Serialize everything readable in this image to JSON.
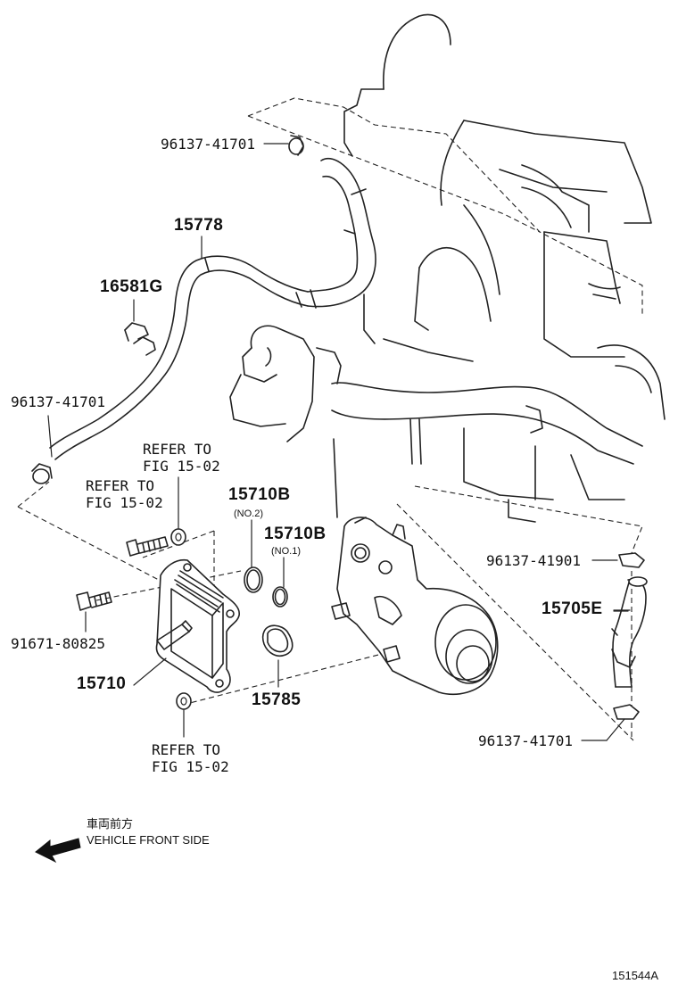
{
  "labels": {
    "clamp_top": "96137-41701",
    "hose_15778": "15778",
    "clip_16581g": "16581G",
    "clamp_left": "96137-41701",
    "refer_upper": "REFER TO\nFIG 15-02",
    "refer_mid": "REFER TO\nFIG 15-02",
    "oring_no2": "15710B",
    "oring_no2_sub": "(NO.2)",
    "oring_no1": "15710B",
    "oring_no1_sub": "(NO.1)",
    "bolt_91671": "91671-80825",
    "cooler_15710": "15710",
    "gasket_15785": "15785",
    "refer_lower": "REFER TO\nFIG 15-02",
    "clamp_right_upper": "96137-41901",
    "hose_15705e": "15705E",
    "clamp_right_lower": "96137-41701",
    "front_jp": "車両前方",
    "front_en": "VEHICLE FRONT SIDE",
    "figure_number": "151544A"
  },
  "icons": {
    "front_arrow": "arrow-left-icon"
  }
}
